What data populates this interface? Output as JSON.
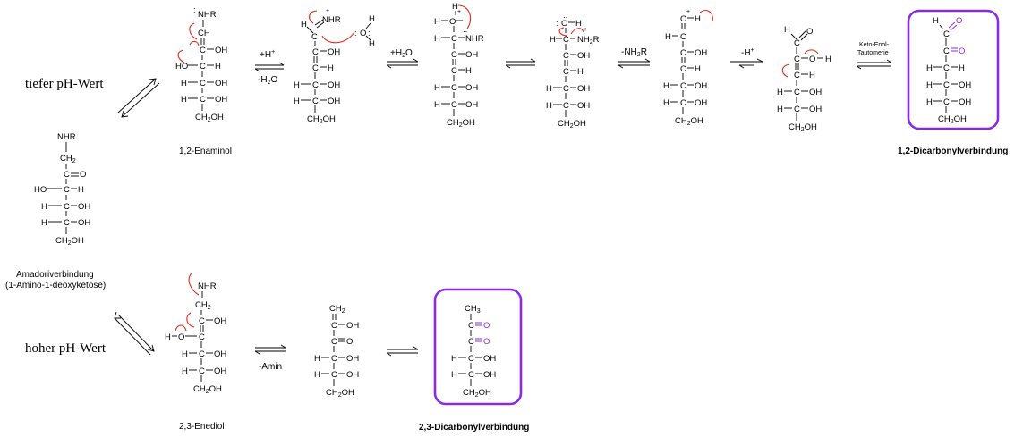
{
  "conditions": {
    "low_ph": "tiefer pH-Wert",
    "high_ph": "hoher pH-Wert"
  },
  "labels": {
    "amadori_line1": "Amadoriverbindung",
    "amadori_line2": "(1-Amino-1-deoxyketose)",
    "enaminol": "1,2-Enaminol",
    "enediol": "2,3-Enediol",
    "dicarbonyl_12": "1,2-Dicarbonylverbindung",
    "dicarbonyl_23": "2,3-Dicarbonylverbindung"
  },
  "arrow_labels": {
    "h_plus": "+H",
    "h_plus_sup": "+",
    "minus_h2o": "-H",
    "minus_h2o_sub": "2",
    "minus_h2o_end": "O",
    "plus_h2o": "+H",
    "plus_h2o_sub": "2",
    "plus_h2o_end": "O",
    "minus_nh2r": "-NH",
    "minus_nh2r_sub": "2",
    "minus_nh2r_end": "R",
    "minus_h": "-H",
    "minus_h_sup": "+",
    "keto_enol_1": "Keto-Enol-",
    "keto_enol_2": "Tautomerie",
    "minus_amin": "-Amin"
  },
  "atoms": {
    "nhr": "NHR",
    "ch2": "CH",
    "ch2_sub": "2",
    "ch": "CH",
    "c": "C",
    "oh": "OH",
    "ho": "HO",
    "h": "H",
    "o": "O",
    "ch2oh": "CH",
    "ch2oh_sub": "2",
    "ch2oh_end": "OH",
    "ch3": "CH",
    "ch3_sub": "3",
    "nh2r": "NH",
    "nh2r_sub": "2",
    "nh2r_end": "R",
    "plus": "+",
    "lone_pair": ":"
  },
  "colors": {
    "highlight": "#8a2be2",
    "curved_arrow": "#e8291c",
    "text": "#000000"
  }
}
